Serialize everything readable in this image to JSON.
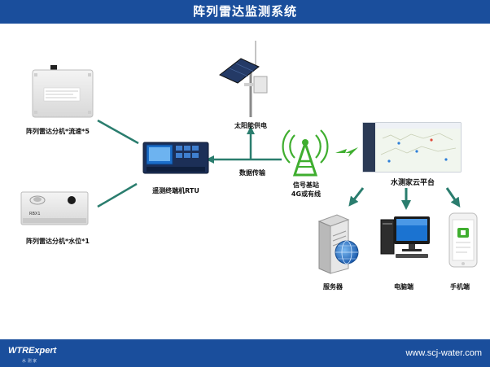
{
  "header": {
    "title": "阵列雷达监测系统"
  },
  "nodes": {
    "sensor_velocity": {
      "label": "阵列雷达分机*流速*5"
    },
    "sensor_level": {
      "label": "阵列雷达分机*水位*1",
      "device_tag": "RBX1"
    },
    "solar": {
      "label": "太阳能供电"
    },
    "rtu": {
      "label": "遥测终端机RTU"
    },
    "transmission": {
      "label": "数据传输"
    },
    "tower": {
      "label": "信号基站",
      "sublabel": "4G或有线"
    },
    "cloud": {
      "label": "水测家云平台"
    },
    "server": {
      "label": "服务器"
    },
    "pc": {
      "label": "电脑端"
    },
    "mobile": {
      "label": "手机端"
    }
  },
  "footer": {
    "brand": "WTRExpert",
    "brand_sub": "水 测 家",
    "url": "www.scj-water.com"
  },
  "colors": {
    "brand_blue": "#1a4e9c",
    "connector_teal": "#2a7d6e",
    "signal_green": "#3fae2f"
  }
}
